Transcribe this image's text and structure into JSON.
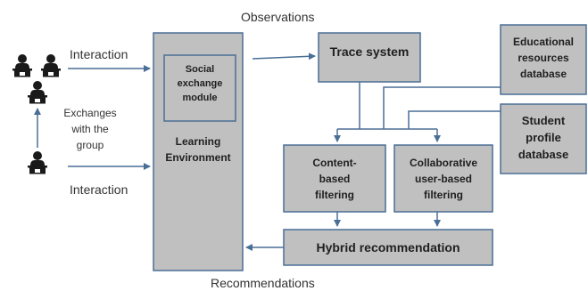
{
  "labels": {
    "observations": "Observations",
    "recommendations": "Recommendations",
    "interaction_top": "Interaction",
    "interaction_bottom": "Interaction",
    "exchanges_line1": "Exchanges",
    "exchanges_line2": "with the",
    "exchanges_line3": "group"
  },
  "boxes": {
    "social_line1": "Social",
    "social_line2": "exchange",
    "social_line3": "module",
    "learning_line1": "Learning",
    "learning_line2": "Environment",
    "trace": "Trace system",
    "edu_line1": "Educational",
    "edu_line2": "resources",
    "edu_line3": "database",
    "student_line1": "Student",
    "student_line2": "profile",
    "student_line3": "database",
    "content_line1": "Content-",
    "content_line2": "based",
    "content_line3": "filtering",
    "collab_line1": "Collaborative",
    "collab_line2": "user-based",
    "collab_line3": "filtering",
    "hybrid": "Hybrid recommendation"
  },
  "icons": [
    "user-at-computer-icon",
    "user-at-computer-icon",
    "user-at-computer-icon",
    "user-at-computer-icon"
  ],
  "colors": {
    "box_fill": "#c0c0c0",
    "box_stroke": "#4a6f96",
    "arrow": "#4a6f96",
    "icon": "#1a1a1a"
  }
}
